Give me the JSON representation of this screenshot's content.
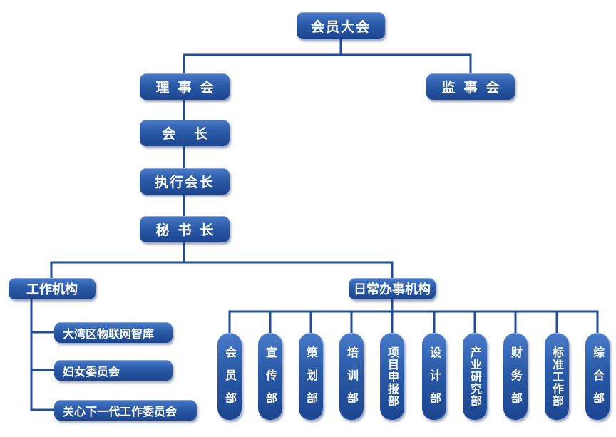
{
  "org_chart": {
    "general_assembly": "会员大会",
    "council": "理事会",
    "supervisory_board": "监事会",
    "president": "会长",
    "executive_president": "执行会长",
    "secretary_general": "秘书长",
    "working_bodies": {
      "label": "工作机构",
      "items": [
        "大湾区物联网智库",
        "妇女委员会",
        "关心下一代工作委员会"
      ]
    },
    "daily_offices": {
      "label": "日常办事机构",
      "departments": [
        "会员部",
        "宣传部",
        "策划部",
        "培训部",
        "项目申报部",
        "设计部",
        "产业研究部",
        "财务部",
        "标准工作部",
        "综合部"
      ]
    }
  },
  "colors": {
    "box_fill": "#2a5aa6",
    "box_text": "#ffffff",
    "connector": "#1f4d96"
  }
}
